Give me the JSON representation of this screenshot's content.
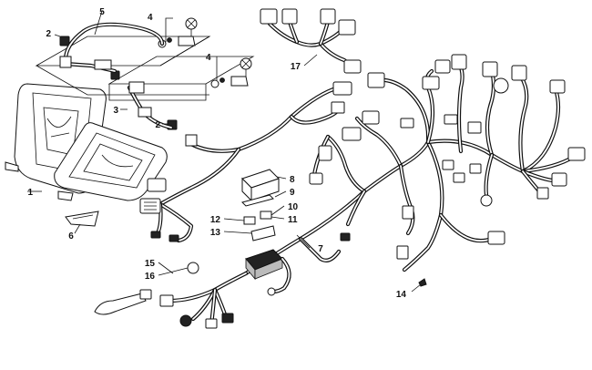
{
  "callouts": [
    {
      "id": "c1",
      "text": "1"
    },
    {
      "id": "c2a",
      "text": "2"
    },
    {
      "id": "c2b",
      "text": "2"
    },
    {
      "id": "c3",
      "text": "3"
    },
    {
      "id": "c4a",
      "text": "4"
    },
    {
      "id": "c4b",
      "text": "4"
    },
    {
      "id": "c5",
      "text": "5"
    },
    {
      "id": "c6",
      "text": "6"
    },
    {
      "id": "c7",
      "text": "7"
    },
    {
      "id": "c8",
      "text": "8"
    },
    {
      "id": "c9",
      "text": "9"
    },
    {
      "id": "c10",
      "text": "10"
    },
    {
      "id": "c11",
      "text": "11"
    },
    {
      "id": "c12",
      "text": "12"
    },
    {
      "id": "c13",
      "text": "13"
    },
    {
      "id": "c14",
      "text": "14"
    },
    {
      "id": "c15",
      "text": "15"
    },
    {
      "id": "c16",
      "text": "16"
    },
    {
      "id": "c17",
      "text": "17"
    }
  ]
}
